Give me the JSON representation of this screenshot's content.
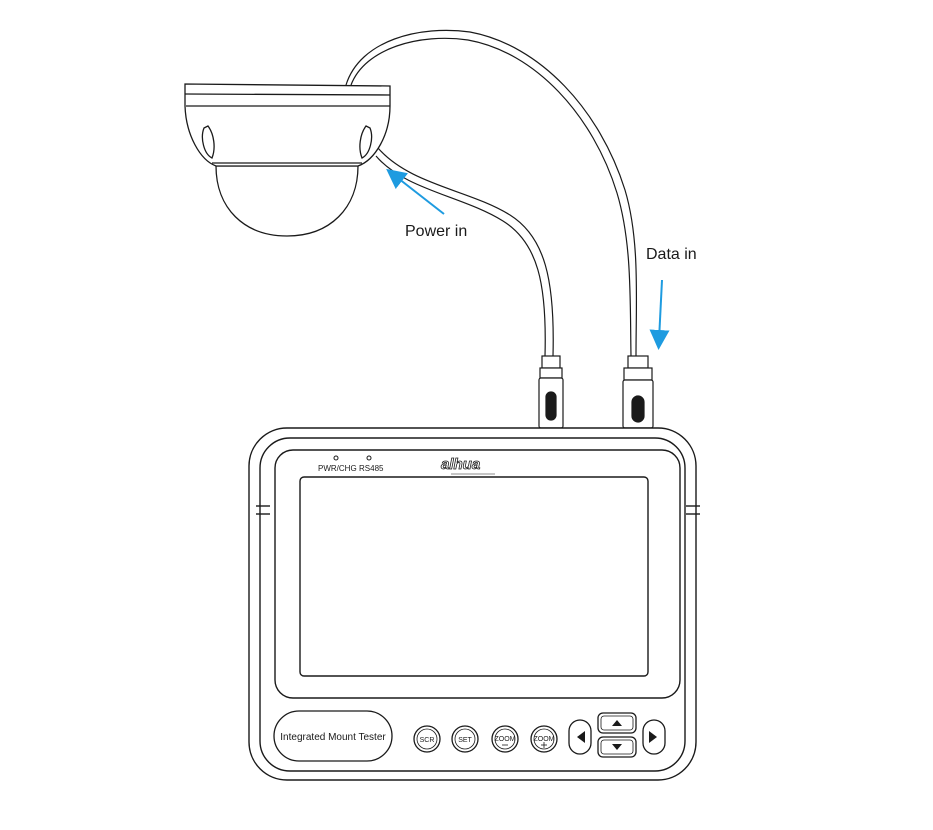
{
  "labels": {
    "power_in": "Power in",
    "data_in": "Data in"
  },
  "device": {
    "brand_logo": "alhua",
    "indicators": [
      "PWR/CHG",
      "RS485"
    ],
    "name": "Integrated Mount Tester",
    "buttons": [
      "SCR",
      "SET",
      "ZOOM",
      "ZOOM"
    ]
  },
  "colors": {
    "arrow": "#1e9be0",
    "line": "#1a1a1a"
  }
}
